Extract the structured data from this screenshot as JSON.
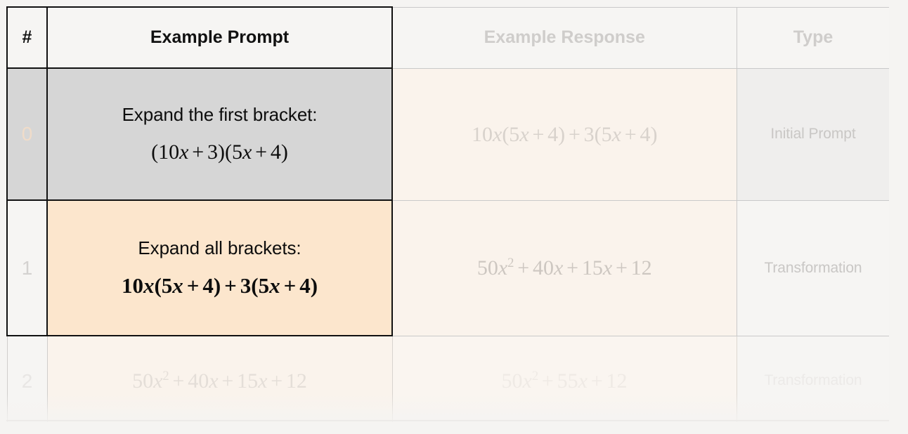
{
  "table": {
    "columns": [
      {
        "key": "num",
        "label": "#",
        "state": "active"
      },
      {
        "key": "prompt",
        "label": "Example Prompt",
        "state": "active"
      },
      {
        "key": "response",
        "label": "Example Response",
        "state": "faded"
      },
      {
        "key": "type",
        "label": "Type",
        "state": "faded"
      }
    ],
    "rows": [
      {
        "num": "0",
        "state": "previous",
        "prompt": {
          "title": "Expand the first bracket:",
          "math_text": "(10x + 3)(5x + 4)",
          "bold": false
        },
        "response": {
          "math_text": "10x(5x + 4) + 3(5x + 4)"
        },
        "type": "Initial Prompt"
      },
      {
        "num": "1",
        "state": "current",
        "prompt": {
          "title": "Expand all brackets:",
          "math_text": "10x(5x + 4) + 3(5x + 4)",
          "bold": true
        },
        "response": {
          "math_text": "50x^2 + 40x + 15x + 12"
        },
        "type": "Transformation"
      },
      {
        "num": "2",
        "state": "next",
        "prompt": {
          "title": "",
          "math_text": "50x^2 + 40x + 15x + 12",
          "bold": false
        },
        "response": {
          "math_text": "50x^2 + 55x + 12"
        },
        "type": "Transformation"
      }
    ]
  },
  "colors": {
    "page_background": "#f5f4f2",
    "highlight_prompt": "#fce6cd",
    "previous_row": "#d6d6d6",
    "response_column": "#faf3ec",
    "active_border": "#111111",
    "muted_text": "#c9c7c5"
  }
}
